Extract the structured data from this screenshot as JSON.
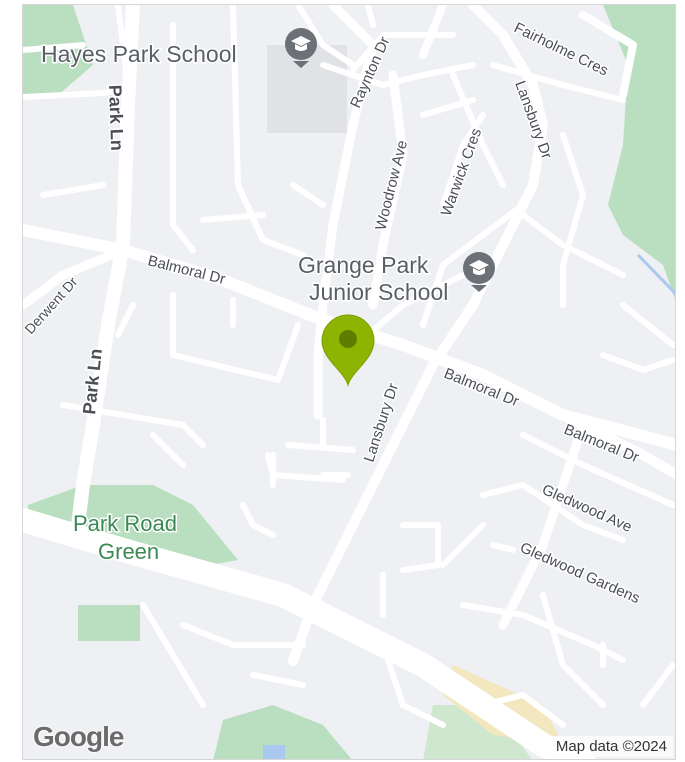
{
  "map": {
    "colors": {
      "background": "#eef0f3",
      "road": "#ffffff",
      "park": "#b9dfc0",
      "water": "#a9c9f0",
      "marker": "#8cb400",
      "poi_icon": "#6c7178"
    },
    "pois": [
      {
        "name": "Hayes Park School",
        "icon": "school-icon"
      },
      {
        "name_line1": "Grange Park",
        "name_line2": "Junior School",
        "icon": "school-icon"
      }
    ],
    "parks": [
      {
        "name_line1": "Park Road",
        "name_line2": "Green"
      }
    ],
    "streets": {
      "park_ln_1": "Park Ln",
      "park_ln_2": "Park Ln",
      "raynton_dr": "Raynton Dr",
      "fairholme_cres": "Fairholme Cres",
      "woodrow_ave": "Woodrow Ave",
      "warwick_cres": "Warwick Cres",
      "lansbury_dr_1": "Lansbury Dr",
      "lansbury_dr_2": "Lansbury Dr",
      "derwent_dr": "Derwent Dr",
      "balmoral_dr_1": "Balmoral Dr",
      "balmoral_dr_2": "Balmoral Dr",
      "balmoral_dr_3": "Balmoral Dr",
      "gledwood_ave": "Gledwood Ave",
      "gledwood_gardens": "Gledwood Gardens"
    },
    "marker": {
      "icon": "map-pin-icon"
    },
    "logo": "Google",
    "attribution": "Map data ©2024"
  }
}
